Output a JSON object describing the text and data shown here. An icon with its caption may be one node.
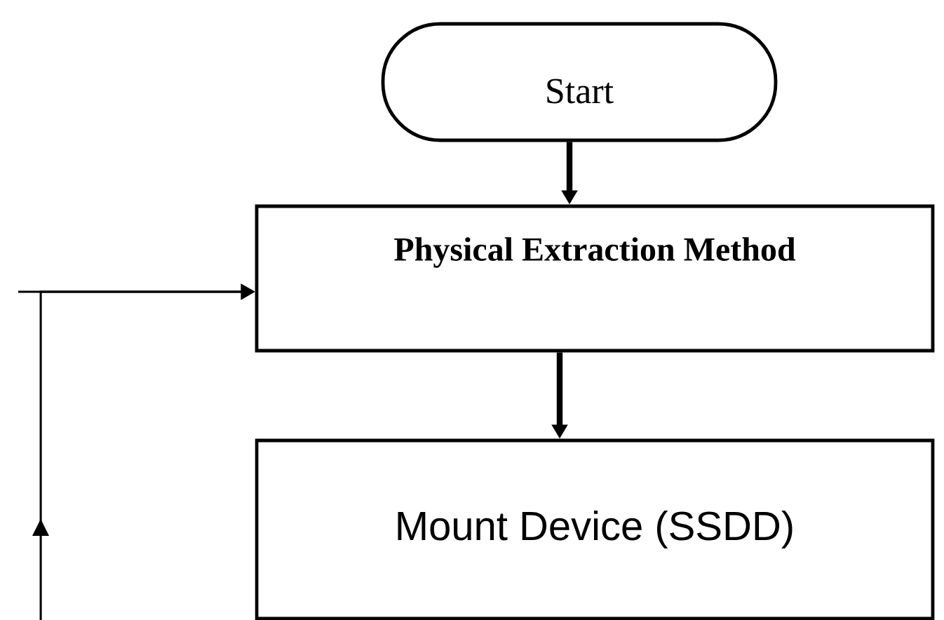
{
  "diagram": {
    "nodes": [
      {
        "text": [
          "Start"
        ]
      },
      {
        "text": [
          "Physical Extraction Method"
        ]
      },
      {
        "text": [
          "Mount Device (SSDD)"
        ]
      }
    ],
    "edges": [
      {
        "from": 0,
        "to": 1,
        "arrow": "to",
        "style": "thick"
      },
      {
        "from": 1,
        "to": 2,
        "arrow": "to",
        "style": "thick"
      },
      {
        "from": null,
        "to": 1,
        "arrow": "to"
      },
      {
        "from": null,
        "to": 1,
        "arrow": "to"
      }
    ]
  }
}
